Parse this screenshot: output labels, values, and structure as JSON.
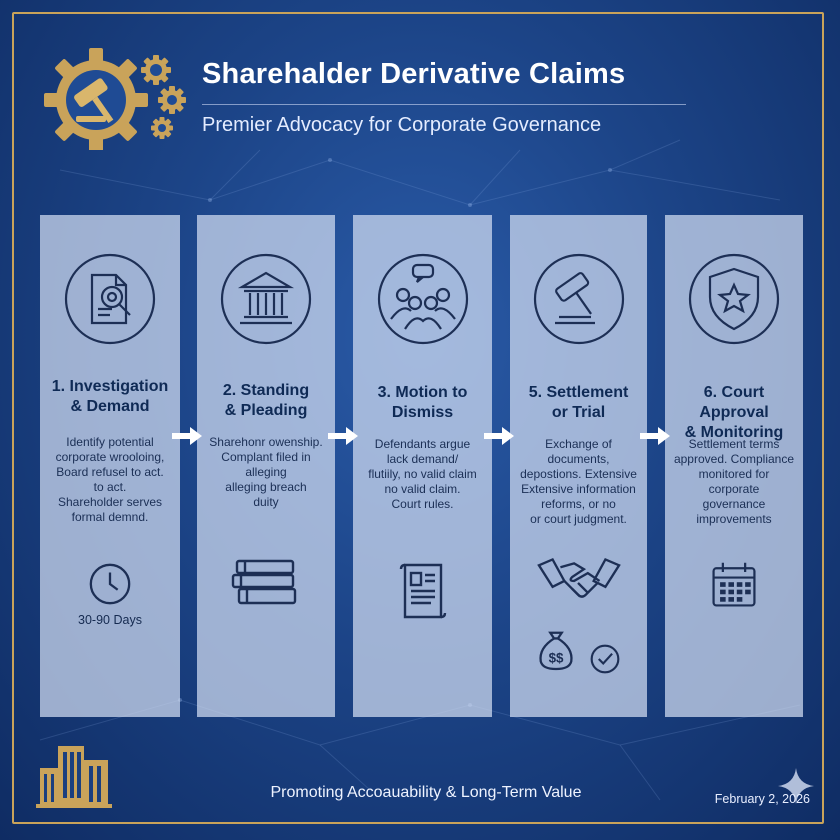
{
  "header": {
    "title": "Sharehalder Derivative Claims",
    "subtitle": "Premier Advocacy for Corporate Governance",
    "logo_icon": "gavel-gear-icon"
  },
  "colors": {
    "gold": "#c9a35a",
    "navy": "#1c4487",
    "card": "#d2def2",
    "text": "#0f2a55"
  },
  "steps": [
    {
      "icon": "document-search-icon",
      "title_lines": [
        "1. Investigation",
        "& Demand"
      ],
      "desc_lines": [
        "Identify potential",
        "corporate wrooloing,",
        "Board refusel to act.",
        "to act.",
        "Shareholder serves",
        "formal demnd."
      ],
      "extra_icon": "clock-icon",
      "duration": "30-90 Days"
    },
    {
      "icon": "courthouse-icon",
      "title_lines": [
        "2. Standing",
        "& Pleading"
      ],
      "desc_lines": [
        "Sharehonr owenship.",
        "Complant filed in",
        "alleging",
        "alleging breach",
        "duity"
      ],
      "extra_icon": "books-icon"
    },
    {
      "icon": "discussion-icon",
      "title_lines": [
        "3. Motion to",
        "Dismiss"
      ],
      "desc_lines": [
        "Defendants argue",
        "lack demand/",
        "flutiily, no valid claim",
        "no valid claim.",
        "Court rules."
      ],
      "extra_icon": "document-icon"
    },
    {
      "icon": "gavel-icon",
      "title_lines": [
        "5. Settlement",
        "or Trial"
      ],
      "desc_lines": [
        "Exchange of documents,",
        "depostions. Extensive",
        "Extensive information",
        "reforms, or no",
        "or court judgment."
      ],
      "extra_icon": "handshake-icon",
      "extra_icons_2": [
        "money-bag-icon",
        "check-circle-icon"
      ]
    },
    {
      "icon": "shield-star-icon",
      "title_lines": [
        "6. Court Approval",
        "& Monitoring"
      ],
      "desc_lines": [
        "Settlement terms",
        "approved. Compliance",
        "monitored for",
        "corporate",
        "governance",
        "improvements"
      ],
      "extra_icon": "calendar-icon"
    }
  ],
  "footer": {
    "tagline": "Promoting Accoauability & Long-Term Value",
    "date": "February 2, 2026",
    "buildings_icon": "buildings-icon",
    "sparkle_icon": "sparkle-icon"
  }
}
